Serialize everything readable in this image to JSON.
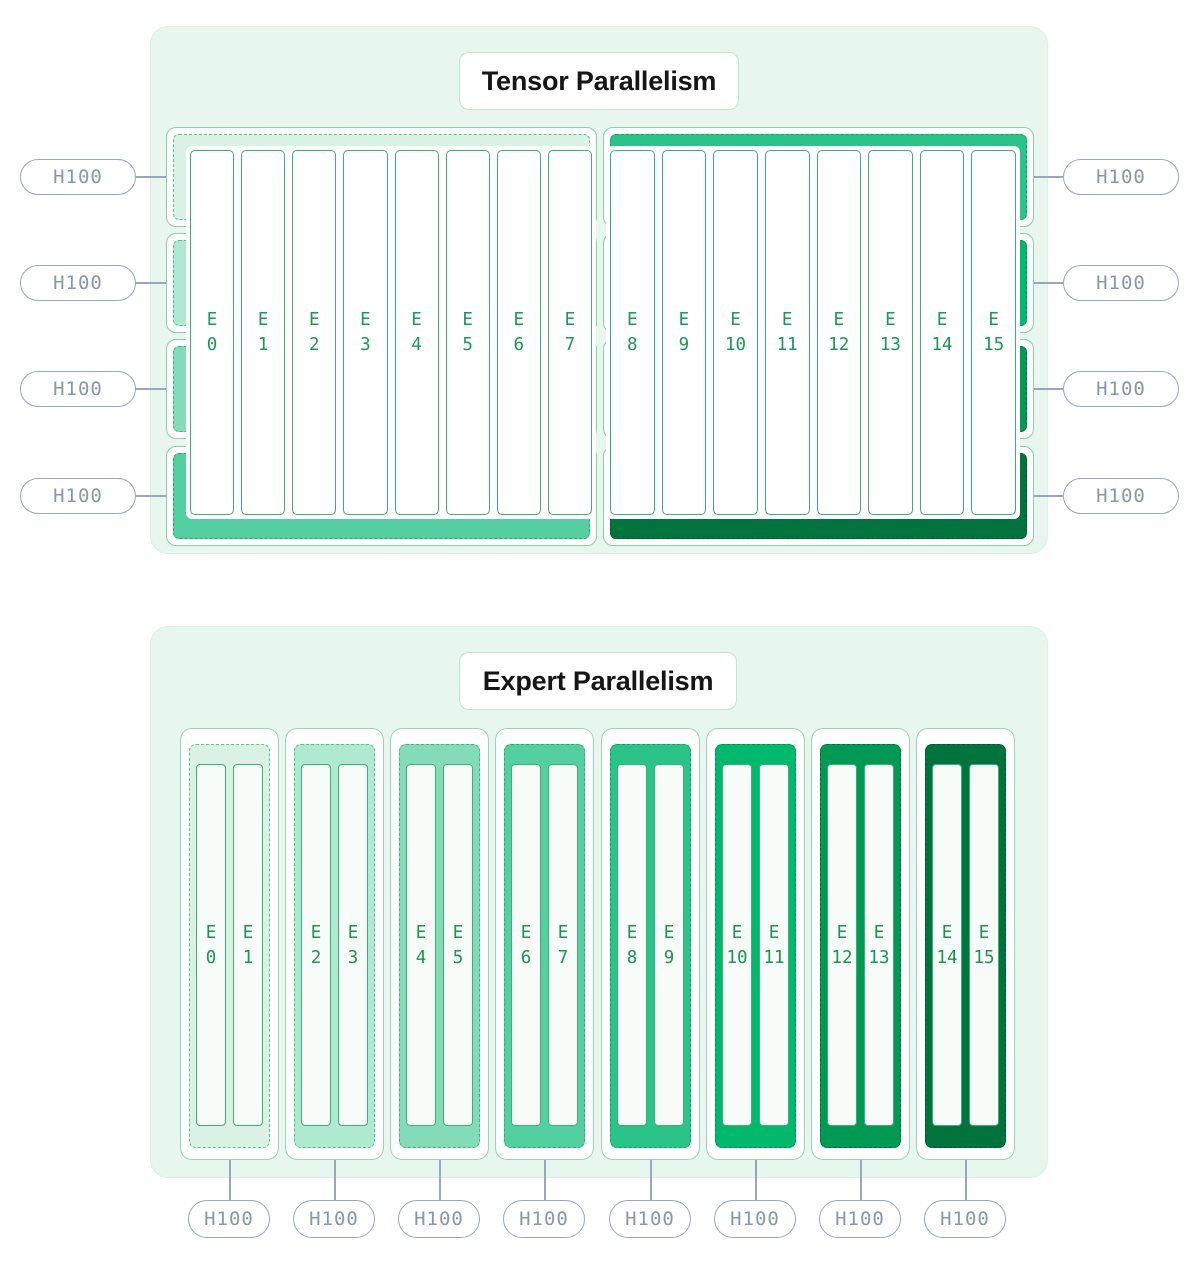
{
  "top": {
    "title": "Tensor Parallelism",
    "left_hosts": [
      "H100",
      "H100",
      "H100",
      "H100"
    ],
    "right_hosts": [
      "H100",
      "H100",
      "H100",
      "H100"
    ],
    "experts": [
      {
        "p": "E",
        "n": "0"
      },
      {
        "p": "E",
        "n": "1"
      },
      {
        "p": "E",
        "n": "2"
      },
      {
        "p": "E",
        "n": "3"
      },
      {
        "p": "E",
        "n": "4"
      },
      {
        "p": "E",
        "n": "5"
      },
      {
        "p": "E",
        "n": "6"
      },
      {
        "p": "E",
        "n": "7"
      },
      {
        "p": "E",
        "n": "8"
      },
      {
        "p": "E",
        "n": "9"
      },
      {
        "p": "E",
        "n": "10"
      },
      {
        "p": "E",
        "n": "11"
      },
      {
        "p": "E",
        "n": "12"
      },
      {
        "p": "E",
        "n": "13"
      },
      {
        "p": "E",
        "n": "14"
      },
      {
        "p": "E",
        "n": "15"
      }
    ]
  },
  "bottom": {
    "title": "Expert Parallelism",
    "hosts": [
      "H100",
      "H100",
      "H100",
      "H100",
      "H100",
      "H100",
      "H100",
      "H100"
    ],
    "groups": [
      {
        "experts": [
          {
            "p": "E",
            "n": "0"
          },
          {
            "p": "E",
            "n": "1"
          }
        ]
      },
      {
        "experts": [
          {
            "p": "E",
            "n": "2"
          },
          {
            "p": "E",
            "n": "3"
          }
        ]
      },
      {
        "experts": [
          {
            "p": "E",
            "n": "4"
          },
          {
            "p": "E",
            "n": "5"
          }
        ]
      },
      {
        "experts": [
          {
            "p": "E",
            "n": "6"
          },
          {
            "p": "E",
            "n": "7"
          }
        ]
      },
      {
        "experts": [
          {
            "p": "E",
            "n": "8"
          },
          {
            "p": "E",
            "n": "9"
          }
        ]
      },
      {
        "experts": [
          {
            "p": "E",
            "n": "10"
          },
          {
            "p": "E",
            "n": "11"
          }
        ]
      },
      {
        "experts": [
          {
            "p": "E",
            "n": "12"
          },
          {
            "p": "E",
            "n": "13"
          }
        ]
      },
      {
        "experts": [
          {
            "p": "E",
            "n": "14"
          },
          {
            "p": "E",
            "n": "15"
          }
        ]
      }
    ]
  },
  "gpu_shades": [
    {
      "fill": "#D9F2E4",
      "dash": "#5BC695"
    },
    {
      "fill": "#AFE9D0",
      "dash": "#52C08E"
    },
    {
      "fill": "#84DBB8",
      "dash": "#41B383"
    },
    {
      "fill": "#54D0A0",
      "dash": "#2BAB75"
    },
    {
      "fill": "#2BC488",
      "dash": "#10A568"
    },
    {
      "fill": "#00B96D",
      "dash": "#009254"
    },
    {
      "fill": "#009A55",
      "dash": "#00713D"
    },
    {
      "fill": "#00743C",
      "dash": "#00582C"
    }
  ],
  "colors": {
    "panel_bg": "#E7F6EE",
    "title_border": "#BFE7D2",
    "title_text": "#151515",
    "expert_bar_border": "#3FAE7E",
    "expert_label_text": "#189A55",
    "row_box_border": "#8FCCAB",
    "host_pill_border": "#9BA7BC",
    "host_pill_text": "#8B96A9",
    "connector_line": "#9AA6BB"
  }
}
